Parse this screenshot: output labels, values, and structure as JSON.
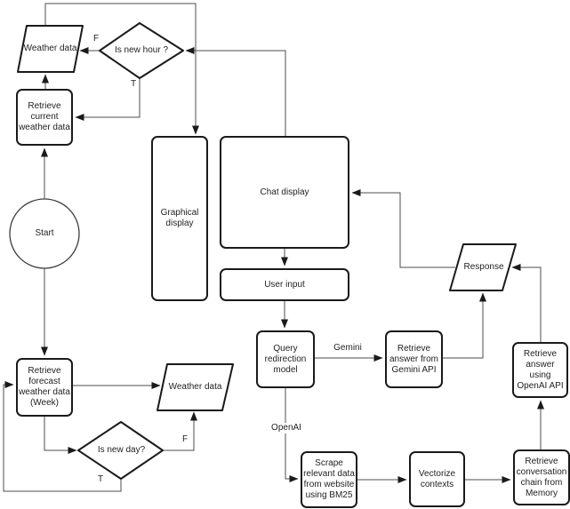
{
  "colors": {
    "background": "#ffffff",
    "node_border": "#1a1a1a",
    "connector": "#4d4d4d",
    "text": "#1f1f1f"
  },
  "nodes": {
    "weather_data_top": {
      "label": "Weather data",
      "shape": "parallelogram"
    },
    "is_new_hour": {
      "label": "Is new hour ?",
      "shape": "diamond"
    },
    "retrieve_current": {
      "label": "Retrieve current weather data",
      "shape": "rounded-rect"
    },
    "start": {
      "label": "Start",
      "shape": "circle"
    },
    "graphical_display": {
      "label": "Graphical display",
      "shape": "rounded-rect"
    },
    "chat_display": {
      "label": "Chat display",
      "shape": "rounded-rect"
    },
    "user_input": {
      "label": "User input",
      "shape": "rounded-rect"
    },
    "retrieve_forecast": {
      "label": "Retrieve forecast weather data (Week)",
      "shape": "rounded-rect"
    },
    "weather_data_bottom": {
      "label": "Weather data",
      "shape": "parallelogram"
    },
    "is_new_day": {
      "label": "Is new day?",
      "shape": "diamond"
    },
    "query_redirection": {
      "label": "Query redirection model",
      "shape": "rounded-rect"
    },
    "retrieve_gemini": {
      "label": "Retrieve answer from Gemini API",
      "shape": "rounded-rect"
    },
    "response": {
      "label": "Response",
      "shape": "parallelogram"
    },
    "retrieve_openai": {
      "label": "Retrieve answer using OpenAI API",
      "shape": "rounded-rect"
    },
    "scrape_bm25": {
      "label": "Scrape relevant data from website using BM25",
      "shape": "rounded-rect"
    },
    "vectorize": {
      "label": "Vectorize contexts",
      "shape": "rounded-rect"
    },
    "retrieve_memory": {
      "label": "Retrieve conversation chain from Memory",
      "shape": "rounded-rect"
    }
  },
  "edge_labels": {
    "hour_false": "F",
    "hour_true": "T",
    "day_false": "F",
    "day_true": "T",
    "gemini": "Gemini",
    "openai": "OpenAI"
  },
  "edges": [
    {
      "from": "weather_data_top",
      "to": "graphical_display"
    },
    {
      "from": "chat_display",
      "to": "is_new_hour"
    },
    {
      "from": "is_new_hour",
      "to": "weather_data_top",
      "label": "F"
    },
    {
      "from": "is_new_hour",
      "to": "retrieve_current",
      "label": "T"
    },
    {
      "from": "retrieve_current",
      "to": "weather_data_top"
    },
    {
      "from": "start",
      "to": "retrieve_current"
    },
    {
      "from": "start",
      "to": "retrieve_forecast"
    },
    {
      "from": "retrieve_forecast",
      "to": "weather_data_bottom"
    },
    {
      "from": "retrieve_forecast",
      "to": "is_new_day"
    },
    {
      "from": "is_new_day",
      "to": "weather_data_bottom",
      "label": "F"
    },
    {
      "from": "is_new_day",
      "to": "retrieve_forecast",
      "label": "T"
    },
    {
      "from": "chat_display",
      "to": "user_input"
    },
    {
      "from": "user_input",
      "to": "query_redirection"
    },
    {
      "from": "query_redirection",
      "to": "retrieve_gemini",
      "label": "Gemini"
    },
    {
      "from": "retrieve_gemini",
      "to": "response"
    },
    {
      "from": "query_redirection",
      "to": "scrape_bm25",
      "label": "OpenAI"
    },
    {
      "from": "scrape_bm25",
      "to": "vectorize"
    },
    {
      "from": "vectorize",
      "to": "retrieve_memory"
    },
    {
      "from": "retrieve_memory",
      "to": "retrieve_openai"
    },
    {
      "from": "retrieve_openai",
      "to": "response"
    },
    {
      "from": "response",
      "to": "chat_display"
    }
  ]
}
